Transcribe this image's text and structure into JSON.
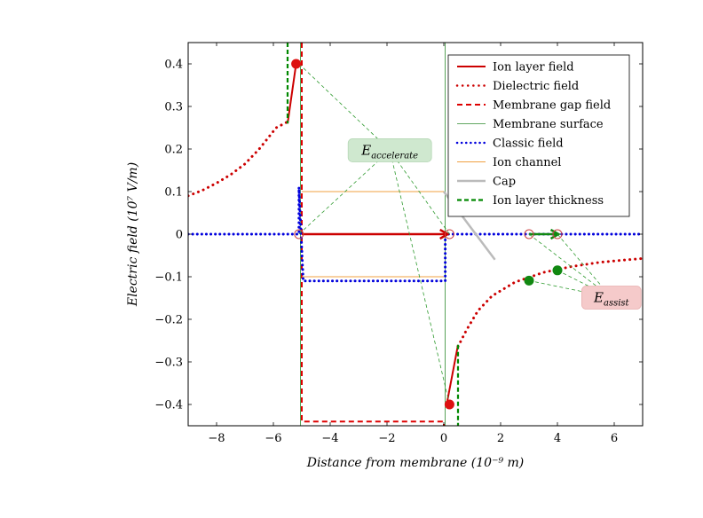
{
  "chart_data": {
    "type": "line",
    "xlabel": "Distance from membrane (10⁻⁹ m)",
    "ylabel": "Electric field (10⁷ V/m)",
    "xlim": [
      -9,
      7
    ],
    "ylim": [
      -0.45,
      0.45
    ],
    "xticks": [
      -8,
      -6,
      -4,
      -2,
      0,
      2,
      4,
      6
    ],
    "xtick_labels": [
      "−8",
      "−6",
      "−4",
      "−2",
      "0",
      "2",
      "4",
      "6"
    ],
    "yticks": [
      0.4,
      0.3,
      0.2,
      0.1,
      0,
      -0.1,
      -0.2,
      -0.3,
      -0.4
    ],
    "ytick_labels": [
      "0.4",
      "0.3",
      "0.2",
      "0.1",
      "0",
      "−0.1",
      "−0.2",
      "−0.3",
      "−0.4"
    ],
    "grid": false,
    "legend_position": "top-right",
    "series": [
      {
        "name": "Ion layer field",
        "color": "#cc0000",
        "style": "solid",
        "segments": [
          [
            [
              -5.5,
              0.26
            ],
            [
              -5.2,
              0.4
            ]
          ],
          [
            [
              0.1,
              -0.4
            ],
            [
              0.5,
              -0.26
            ]
          ]
        ]
      },
      {
        "name": "Dielectric field",
        "color": "#cc0000",
        "style": "dotted",
        "segments": [
          [
            [
              -9,
              0.09
            ],
            [
              -8.5,
              0.103
            ],
            [
              -8,
              0.12
            ],
            [
              -7.5,
              0.14
            ],
            [
              -7,
              0.165
            ],
            [
              -6.5,
              0.2
            ],
            [
              -6.2,
              0.225
            ],
            [
              -5.9,
              0.25
            ],
            [
              -5.5,
              0.264
            ]
          ],
          [
            [
              0.5,
              -0.264
            ],
            [
              0.8,
              -0.225
            ],
            [
              1.2,
              -0.18
            ],
            [
              1.7,
              -0.145
            ],
            [
              2.5,
              -0.113
            ],
            [
              3.5,
              -0.09
            ],
            [
              4.5,
              -0.076
            ],
            [
              5.5,
              -0.066
            ],
            [
              6.3,
              -0.061
            ],
            [
              7,
              -0.057
            ]
          ]
        ]
      },
      {
        "name": "Membrane gap field",
        "color": "#dd0000",
        "style": "dashed",
        "segments": [
          [
            [
              -5,
              0.45
            ],
            [
              -5,
              -0.44
            ],
            [
              0,
              -0.44
            ],
            [
              0,
              -0.45
            ]
          ]
        ]
      },
      {
        "name": "Membrane surface",
        "color": "#2e8b2e",
        "style": "thin",
        "segments": [
          [
            [
              -5.05,
              0.45
            ],
            [
              -5.05,
              -0.45
            ]
          ],
          [
            [
              0.05,
              0.45
            ],
            [
              0.05,
              -0.45
            ]
          ]
        ]
      },
      {
        "name": "Classic field",
        "color": "#0000dd",
        "style": "dotted-thick",
        "segments": [
          [
            [
              -9,
              0
            ],
            [
              -5.1,
              0
            ],
            [
              -5.1,
              0.11
            ],
            [
              -4.95,
              -0.11
            ],
            [
              0.05,
              -0.11
            ],
            [
              0.05,
              0
            ],
            [
              7,
              0
            ]
          ]
        ]
      },
      {
        "name": "Ion channel",
        "color": "#f0a040",
        "style": "solid-thin",
        "segments": [
          [
            [
              -5,
              0.1
            ],
            [
              0,
              0.1
            ]
          ],
          [
            [
              -5,
              -0.1
            ],
            [
              0,
              -0.1
            ]
          ]
        ]
      },
      {
        "name": "Cap",
        "color": "#bbbbbb",
        "style": "solid-thick",
        "segments": [
          [
            [
              0,
              0.1
            ],
            [
              1.8,
              -0.06
            ]
          ]
        ]
      },
      {
        "name": "Ion layer thickness",
        "color": "#008800",
        "style": "dashed-thick",
        "segments": [
          [
            [
              -5.5,
              0.45
            ],
            [
              -5.5,
              0.26
            ]
          ],
          [
            [
              0.5,
              -0.26
            ],
            [
              0.5,
              -0.45
            ]
          ]
        ]
      }
    ],
    "vectors": [
      {
        "from": [
          -5,
          0
        ],
        "to": [
          0.1,
          0
        ],
        "color": "#cc0000"
      },
      {
        "from": [
          3,
          0
        ],
        "to": [
          4,
          0
        ],
        "color": "#118811"
      }
    ],
    "open_circles": [
      [
        -5.1,
        0
      ],
      [
        0.2,
        0
      ],
      [
        3,
        0
      ],
      [
        4,
        0
      ]
    ],
    "points_red": [
      [
        -5.2,
        0.4
      ],
      [
        0.2,
        -0.4
      ]
    ],
    "points_green": [
      [
        3,
        -0.109
      ],
      [
        4,
        -0.085
      ]
    ],
    "annotations": [
      {
        "label": "E",
        "subscript": "accelerate",
        "x": -1.9,
        "y": 0.197,
        "bg": "#cfe8cf",
        "border": "#b6d8b6"
      },
      {
        "label": "E",
        "subscript": "assist",
        "x": 5.9,
        "y": -0.149,
        "bg": "#f5caca",
        "border": "#e8b0b0"
      }
    ],
    "annotation_links_green": [
      [
        [
          -5.1,
          0.4
        ],
        [
          -1.9,
          0.197
        ]
      ],
      [
        [
          -5.1,
          0
        ],
        [
          -1.9,
          0.197
        ]
      ],
      [
        [
          0.2,
          0
        ],
        [
          -1.9,
          0.197
        ]
      ],
      [
        [
          0.2,
          -0.4
        ],
        [
          -1.9,
          0.197
        ]
      ],
      [
        [
          3,
          0
        ],
        [
          5.9,
          -0.149
        ]
      ],
      [
        [
          4,
          0
        ],
        [
          5.9,
          -0.149
        ]
      ],
      [
        [
          3,
          -0.109
        ],
        [
          5.9,
          -0.149
        ]
      ],
      [
        [
          4,
          -0.085
        ],
        [
          5.9,
          -0.149
        ]
      ]
    ]
  }
}
